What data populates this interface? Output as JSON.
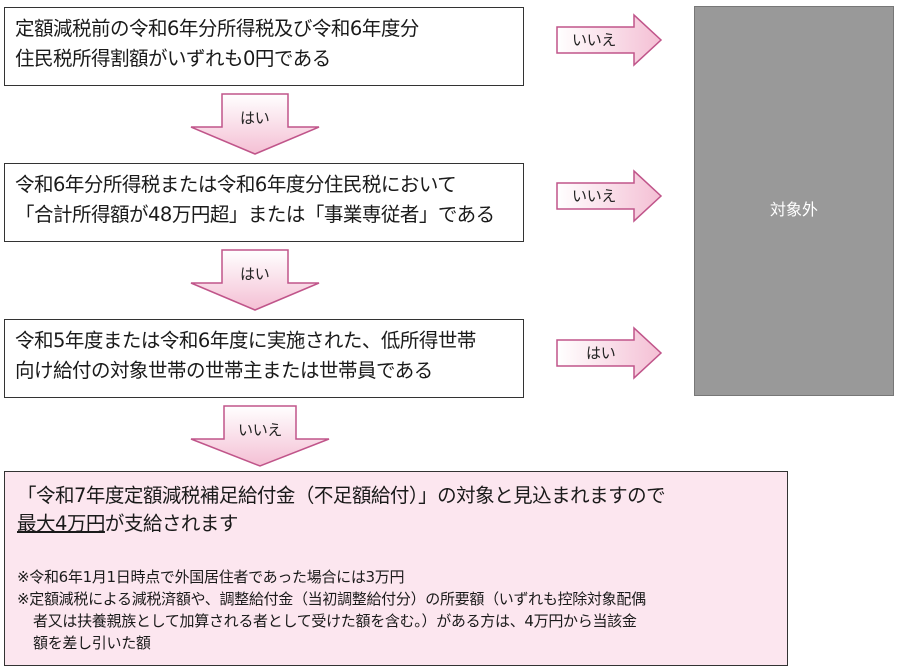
{
  "questions": [
    {
      "line1": "定額減税前の令和6年分所得税及び令和6年度分",
      "line2": "住民税所得割額がいずれも0円である"
    },
    {
      "line1": "令和6年分所得税または令和6年度分住民税において",
      "line2": "「合計所得額が48万円超」または「事業専従者」である"
    },
    {
      "line1": "令和5年度または令和6年度に実施された、低所得世帯",
      "line2": "向け給付の対象世帯の世帯主または世帯員である"
    }
  ],
  "arrows": {
    "down1": "はい",
    "down2": "はい",
    "down3": "いいえ",
    "right1": "いいえ",
    "right2": "いいえ",
    "right3": "はい"
  },
  "outside_label": "対象外",
  "result": {
    "line1": "「令和7年度定額減税補足給付金（不足額給付）」の対象と見込まれますので",
    "line2_emph": "最大4万円",
    "line2_rest": "が支給されます",
    "notes": [
      "※令和6年1月1日時点で外国居住者であった場合には3万円",
      "※定額減税による減税済額や、調整給付金（当初調整給付分）の所要額（いずれも控除対象配偶",
      "者又は扶養親族として加算される者として受けた額を含む。）がある方は、4万円から当該金",
      "額を差し引いた額"
    ]
  },
  "colors": {
    "arrow_fill_top": "#ffffff",
    "arrow_fill_bottom": "#f4bfd4",
    "arrow_stroke": "#c0558a",
    "outside_fill": "#999999",
    "result_fill": "#fce6ef"
  }
}
